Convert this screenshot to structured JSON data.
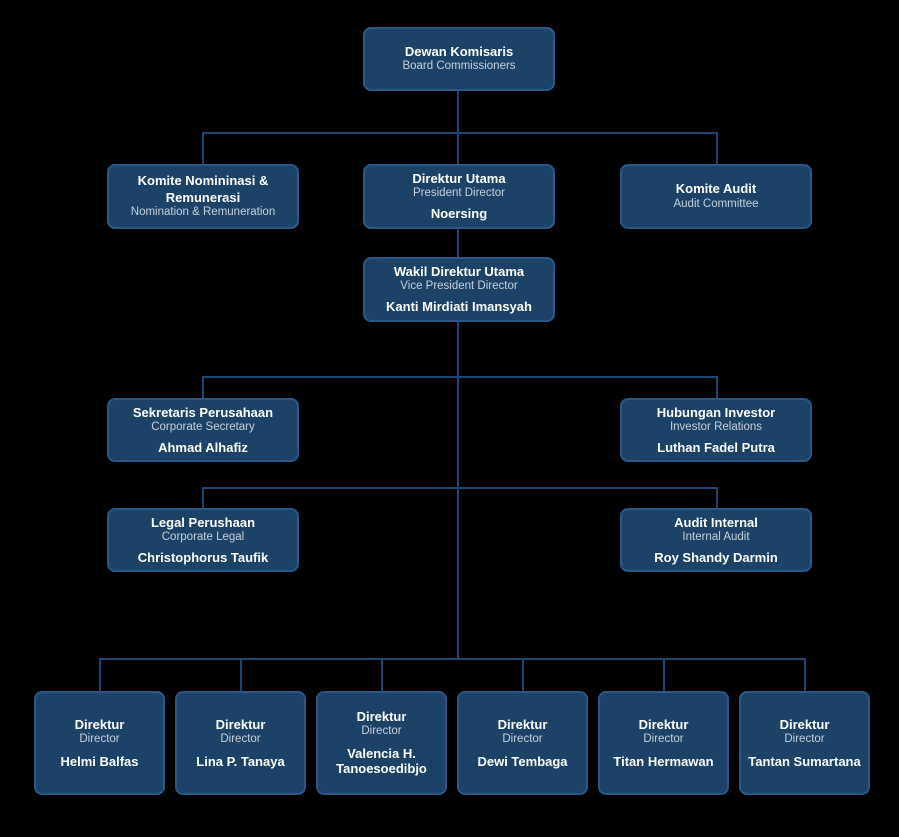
{
  "theme": {
    "background": "#000000",
    "box_fill": "#1c4268",
    "box_border": "#2b5787",
    "line_color": "#1b4673",
    "title_color": "#ffffff",
    "subtitle_color": "#c7d0da"
  },
  "chart": {
    "type": "org-chart",
    "nodes": {
      "dewan_komisaris": {
        "title": "Dewan Komisaris",
        "subtitle": "Board Commissioners"
      },
      "komite_nominasi": {
        "title": "Komite Nomininasi & Remunerasi",
        "subtitle": "Nomination & Remuneration"
      },
      "direktur_utama": {
        "title": "Direktur Utama",
        "subtitle": "President Director",
        "name": "Noersing"
      },
      "komite_audit": {
        "title": "Komite Audit",
        "subtitle": "Audit Committee"
      },
      "wakil_direktur_utama": {
        "title": "Wakil Direktur Utama",
        "subtitle": "Vice President Director",
        "name": "Kanti Mirdiati Imansyah"
      },
      "sekretaris_perusahaan": {
        "title": "Sekretaris Perusahaan",
        "subtitle": "Corporate Secretary",
        "name": "Ahmad Alhafiz"
      },
      "hubungan_investor": {
        "title": "Hubungan Investor",
        "subtitle": "Investor Relations",
        "name": "Luthan Fadel Putra"
      },
      "legal_perushaan": {
        "title": "Legal Perushaan",
        "subtitle": "Corporate Legal",
        "name": "Christophorus Taufik"
      },
      "audit_internal": {
        "title": "Audit Internal",
        "subtitle": "Internal Audit",
        "name": "Roy Shandy Darmin"
      }
    },
    "directors": [
      {
        "title": "Direktur",
        "subtitle": "Director",
        "name": "Helmi Balfas"
      },
      {
        "title": "Direktur",
        "subtitle": "Director",
        "name": "Lina P. Tanaya"
      },
      {
        "title": "Direktur",
        "subtitle": "Director",
        "name": "Valencia H. Tanoesoedibjo"
      },
      {
        "title": "Direktur",
        "subtitle": "Director",
        "name": "Dewi Tembaga"
      },
      {
        "title": "Direktur",
        "subtitle": "Director",
        "name": "Titan Hermawan"
      },
      {
        "title": "Direktur",
        "subtitle": "Director",
        "name": "Tantan Sumartana"
      }
    ]
  }
}
